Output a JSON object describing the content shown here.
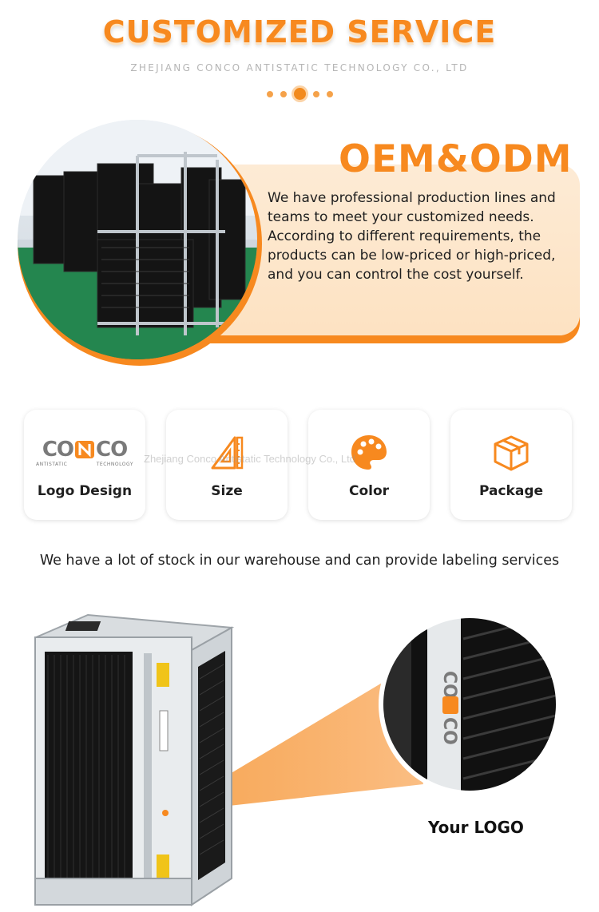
{
  "header": {
    "title": "CUSTOMIZED SERVICE",
    "subtitle": "ZHEJIANG CONCO ANTISTATIC TECHNOLOGY CO., LTD"
  },
  "oem": {
    "heading": "OEM&ODM",
    "paragraph_1": "We have professional production lines and teams to meet your customized needs.",
    "paragraph_2": "According to different requirements, the products can be low-priced or high-priced, and you can control the cost yourself."
  },
  "features": [
    {
      "label": "Logo Design",
      "icon": "conco-logo-icon"
    },
    {
      "label": "Size",
      "icon": "ruler-triangle-icon"
    },
    {
      "label": "Color",
      "icon": "palette-icon"
    },
    {
      "label": "Package",
      "icon": "box-icon"
    }
  ],
  "logo": {
    "left": "CO",
    "right": "CO",
    "sub_left": "ANTISTATIC",
    "sub_right": "TECHNOLOGY"
  },
  "watermark": "Zhejiang Conco Antistatic Technology Co., Ltd",
  "stock_text": "We have a lot of stock in our warehouse and can provide labeling services",
  "your_logo_label": "Your LOGO",
  "colors": {
    "accent": "#f7891f",
    "accent_light": "#fde3c6"
  }
}
